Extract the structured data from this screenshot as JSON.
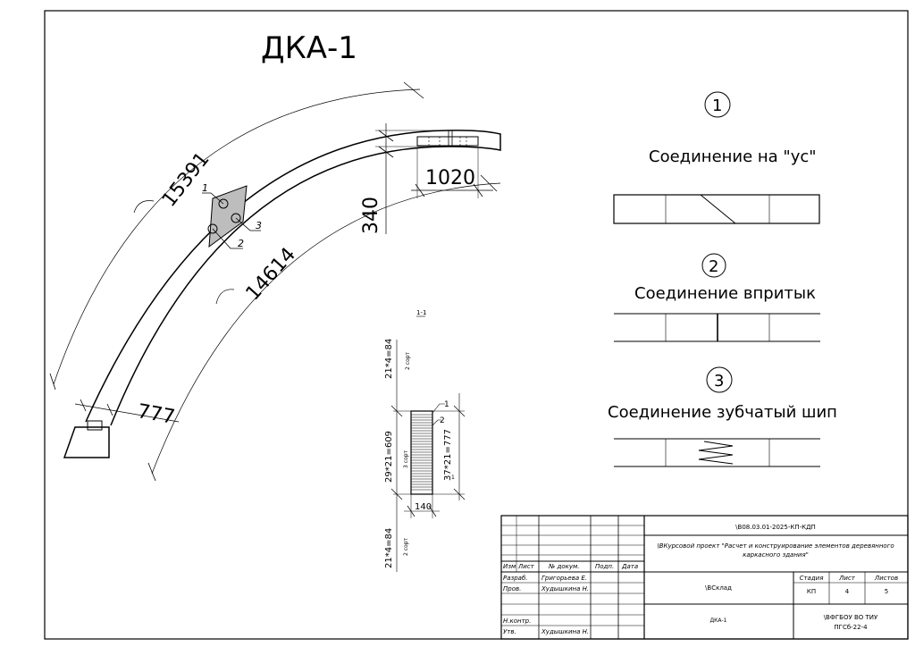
{
  "drawing": {
    "title": "ДКА-1",
    "dims": {
      "outer_arc": "15391",
      "inner_arc": "14614",
      "depth": "340",
      "splice_len": "1020",
      "end_len": "777"
    },
    "callouts": [
      "1",
      "2",
      "3"
    ]
  },
  "section": {
    "label": "1-1",
    "top_dim": "21*4=84",
    "top_grade": "2 сорт",
    "mid_dim": "29*21=609",
    "mid_grade": "3 сорт",
    "bottom_dim": "21*4=84",
    "bottom_grade": "2 сорт",
    "right_dim": "37*21=777",
    "width": "140",
    "leaders": [
      "1",
      "2",
      "1"
    ]
  },
  "joints": [
    {
      "num": "1",
      "title": "Соединение на \"ус\""
    },
    {
      "num": "2",
      "title": "Соединение впритык"
    },
    {
      "num": "3",
      "title": "Соединение зубчатый шип"
    }
  ],
  "title_block": {
    "doc_code": "\\В08.03.01-2025-КП-КДП",
    "project": "\\ВКурсовой проект \"Расчет и конструирование элементов деревянного каркасного здания\"",
    "building": "\\ВСклад",
    "sheet_name": "ДКА-1",
    "org_line1": "\\ВФГБОУ ВО ТИУ",
    "org_line2": "ПГСб-22-4",
    "headers": {
      "izm": "Изм",
      "list": "Лист",
      "doc_no": "№ докум.",
      "sign": "Подп.",
      "date": "Дата"
    },
    "roles": [
      {
        "role": "Разраб.",
        "name": "Григорьева Е."
      },
      {
        "role": "Пров.",
        "name": "Худышкина Н."
      },
      {
        "role": "Н.контр.",
        "name": ""
      },
      {
        "role": "Утв.",
        "name": "Худышкина Н."
      }
    ],
    "stage_label": "Стадия",
    "sheet_label": "Лист",
    "sheets_label": "Листов",
    "stage": "КП",
    "sheet": "4",
    "sheets": "5"
  }
}
